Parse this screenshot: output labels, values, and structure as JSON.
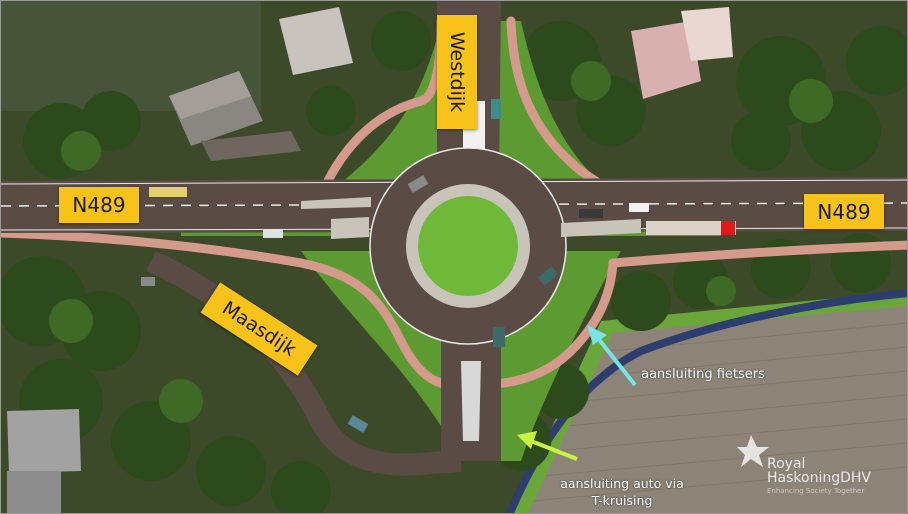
{
  "labels": {
    "n489_left": "N489",
    "n489_right": "N489",
    "westdijk": "Westdijk",
    "maasdijk": "Maasdijk"
  },
  "annotations": {
    "fietsers": "aansluiting fietsers",
    "auto_line1": "aansluiting auto via",
    "auto_line2": "T-kruising"
  },
  "logo": {
    "line1": "Royal",
    "line2": "HaskoningDHV",
    "tagline": "Enhancing Society Together"
  },
  "colors": {
    "sign": "#f7c21a",
    "road": "#5a4c45",
    "bike_path": "#d49a8c",
    "grass": "#5e9a32",
    "arrow_fietsers": "#79e3e8",
    "arrow_auto": "#c9f542"
  }
}
